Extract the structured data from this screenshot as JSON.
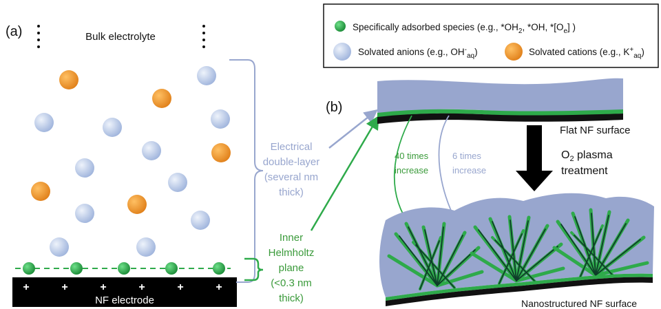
{
  "panel_a": {
    "label": "(a)",
    "bulk_label": "Bulk electrolyte",
    "edl_label_lines": [
      "Electrical",
      "double-layer",
      "(several nm",
      "thick)"
    ],
    "ihp_label_lines": [
      "Inner",
      "Helmholtz",
      "plane",
      "(<0.3 nm",
      "thick)"
    ],
    "electrode_label": "NF electrode",
    "electrode_plus": [
      "+",
      "+",
      "+",
      "+",
      "+",
      "+"
    ]
  },
  "legend": {
    "adsorbed": {
      "prefix": "Specifically adsorbed species (e.g., *OH",
      "sub1": "2",
      "mid": ", *OH, *[O",
      "sub2": "e",
      "suffix": "] )"
    },
    "anions": {
      "prefix": "Solvated anions (e.g., OH",
      "sup": "-",
      "sub": "aq",
      "suffix": ")"
    },
    "cations": {
      "prefix": "Solvated cations (e.g., K",
      "sup": "+",
      "sub": "aq",
      "suffix": ")"
    }
  },
  "panel_b": {
    "label": "(b)",
    "flat_label": "Flat NF surface",
    "treatment_line1_prefix": "O",
    "treatment_line1_sub": "2",
    "treatment_line1_suffix": " plasma",
    "treatment_line2": "treatment",
    "increase_green_lines": [
      "40 times",
      "increase"
    ],
    "increase_blue_lines": [
      "6 times",
      "increase"
    ],
    "nano_label": "Nanostructured NF surface"
  },
  "colors": {
    "green": "#2eaa4a",
    "green_text": "#3a9a3a",
    "blue_text": "#8fa3c8",
    "electrolyte": "#98a6ce",
    "black": "#111111",
    "anion": "#b9cbe8",
    "cation": "#f19a2c"
  }
}
